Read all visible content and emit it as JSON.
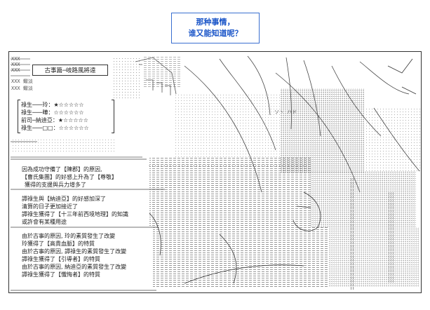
{
  "caption": {
    "line1": "那种事情，",
    "line2": "谁又能知道呢？"
  },
  "panel": {
    "chapter_title": "古事篇─岐路風將遠",
    "affinities": [
      {
        "name": "祿生───玲",
        "stars": "★☆☆☆☆☆"
      },
      {
        "name": "祿生───曄",
        "stars": "☆☆☆☆☆☆"
      },
      {
        "name": "前司─納迪亞",
        "stars": "★☆☆☆☆☆"
      },
      {
        "name": "祿生───□□",
        "stars": "☆☆☆☆☆☆"
      }
    ],
    "narration_group1": [
      "因為成功守備了【陳郡】的原因,",
      "【曹氏集團】的好感上升為了【尊敬】",
      "獲得的支援與兵力增多了"
    ],
    "narration_group2": [
      "譚祿生與【納迪亞】的好感加深了",
      "清算的日子更加接近了",
      "譚祿生獲得了【十三年前西境地理】的知識",
      "或許會有某種用途"
    ],
    "narration_group3": [
      "由於古事的原因, 玲的素質發生了改變",
      "玲獲得了【高貴血脈】的特質",
      "由於古事的原因, 譚祿生的素質發生了改變",
      "譚祿生獲得了【引導者】的特質",
      "由於古事的原因, 納迪亞的素質發生了改變",
      "譚祿生獲得了【懺悔者】的特質"
    ],
    "art_fragments": {
      "top_left_1": "XXX",
      "top_left_2": "XXX",
      "top_left_3": "XXX",
      "label_a": "XXX 蠍淡",
      "label_b": "XXX 蠍淡",
      "katakana_a": "ソ丶 ハド",
      "dots": "......................................................"
    }
  }
}
